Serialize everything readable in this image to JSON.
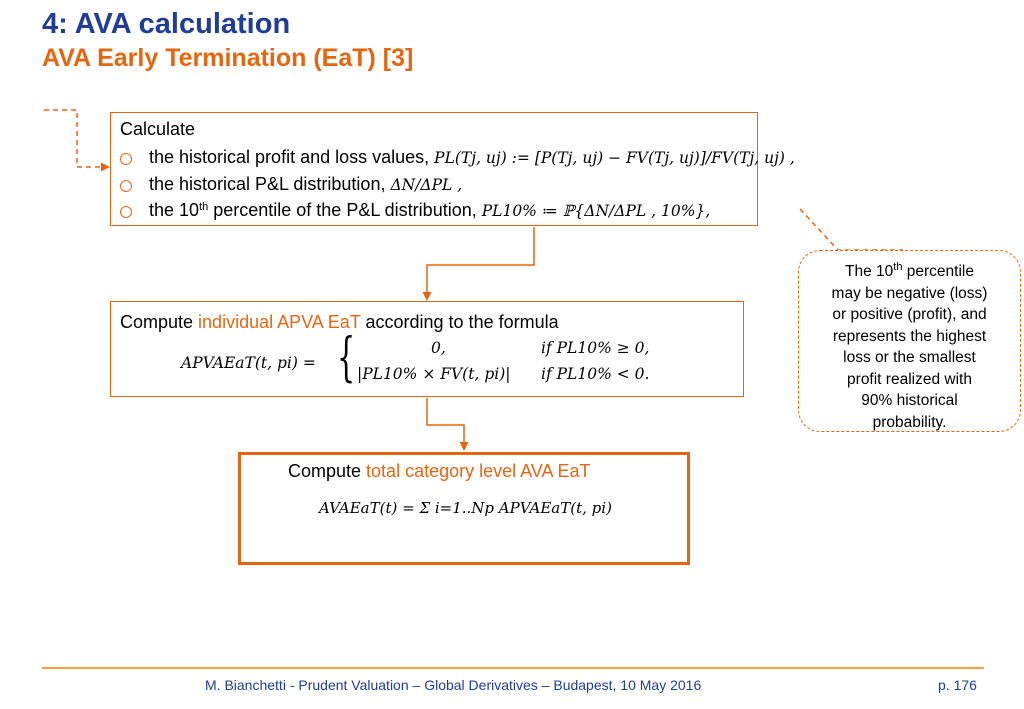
{
  "header": {
    "title": "4: AVA calculation",
    "subtitle": "AVA Early Termination (EaT) [3]"
  },
  "step1": {
    "heading": "Calculate",
    "items": [
      {
        "text": "the historical profit and loss values, ",
        "formula": "PL(Tj, uj) := [P(Tj, uj) − FV(Tj, uj)]/FV(Tj, uj) ,"
      },
      {
        "text": "the historical P&L distribution, ",
        "formula": "ΔN/ΔPL ,"
      },
      {
        "text_pre": "the 10",
        "text_sup": "th",
        "text_post": " percentile of the P&L distribution, ",
        "formula": "PL10% ≔ ℙ{ΔN/ΔPL , 10%},"
      }
    ]
  },
  "step2": {
    "text_pre": "Compute ",
    "highlight": "individual APVA EaT",
    "text_post": " according to the formula",
    "lhs": "APVAEaT(t, pi) =",
    "case1_value": "0,",
    "case1_cond": "if PL10% ≥ 0,",
    "case2_value": "|PL10% × FV(t, pi)|",
    "case2_cond": "if PL10% < 0."
  },
  "step3": {
    "text_pre": "Compute ",
    "highlight": "total category level AVA EaT",
    "formula": "AVAEaT(t) = Σ i=1..Np APVAEaT(t, pi)"
  },
  "callout": {
    "line1_pre": "The  10",
    "line1_sup": "th",
    "line1_post": " percentile",
    "rest": [
      "may be negative (loss)",
      "or positive (profit), and",
      "represents the highest",
      "loss or the smallest",
      "profit realized with",
      "90% historical",
      "probability."
    ]
  },
  "footer": {
    "citation": "M. Bianchetti - Prudent Valuation – Global Derivatives – Budapest, 10 May 2016",
    "page": "p. 176"
  },
  "colors": {
    "title": "#1f3d99",
    "accent": "#e8650f",
    "footer_rule": "#f5a23a"
  }
}
